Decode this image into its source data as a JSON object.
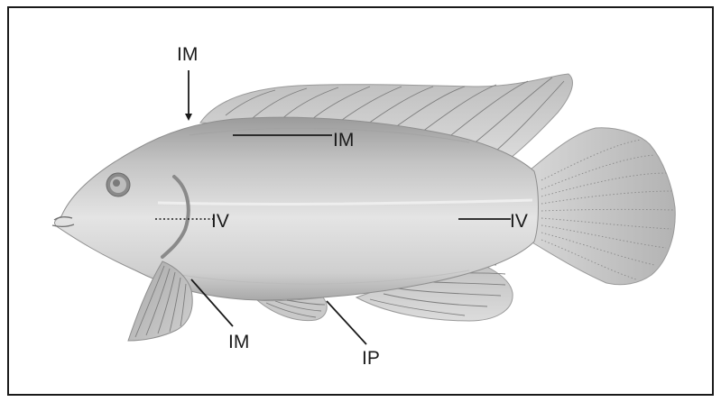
{
  "labels": {
    "dorsal_top": "IM",
    "dorsal_muscle": "IM",
    "lateral_head": "IV",
    "lateral_tail": "IV",
    "pectoral": "IM",
    "pelvic": "IP"
  }
}
